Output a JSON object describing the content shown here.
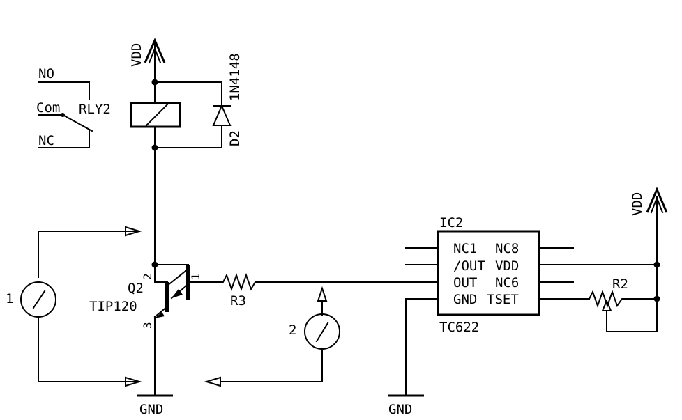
{
  "labels": {
    "vdd_left": "VDD",
    "vdd_right": "VDD",
    "no": "NO",
    "com": "Com",
    "nc": "NC",
    "rly": "RLY2",
    "diode_part": "1N4148",
    "diode_ref": "D2",
    "q_ref": "Q2",
    "q_part": "TIP120",
    "pin_b": "1",
    "pin_c": "2",
    "pin_e": "3",
    "r3": "R3",
    "r2": "R2",
    "ic_ref": "IC2",
    "ic_part": "TC622",
    "pin_nc1": "NC1",
    "pin_out_bar": "/OUT",
    "pin_out": "OUT",
    "pin_gnd": "GND",
    "pin_nc8": "NC8",
    "pin_vdd": "VDD",
    "pin_nc6": "NC6",
    "pin_tset": "TSET",
    "gnd_left": "GND",
    "gnd_mid": "GND",
    "probe1": "1",
    "probe2": "2"
  }
}
